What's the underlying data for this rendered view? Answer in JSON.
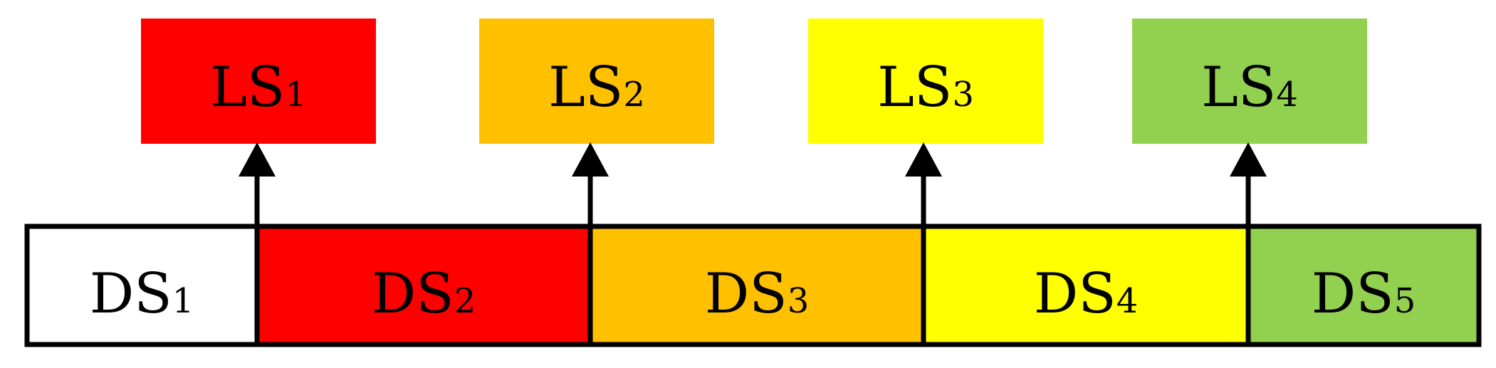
{
  "limit_states": [
    {
      "base": "LS",
      "sub": "1",
      "color": "#ff0000"
    },
    {
      "base": "LS",
      "sub": "2",
      "color": "#ffc000"
    },
    {
      "base": "LS",
      "sub": "3",
      "color": "#ffff00"
    },
    {
      "base": "LS",
      "sub": "4",
      "color": "#92d050"
    }
  ],
  "damage_states": [
    {
      "base": "DS",
      "sub": "1",
      "color": "#ffffff"
    },
    {
      "base": "DS",
      "sub": "2",
      "color": "#ff0000"
    },
    {
      "base": "DS",
      "sub": "3",
      "color": "#ffc000"
    },
    {
      "base": "DS",
      "sub": "4",
      "color": "#ffff00"
    },
    {
      "base": "DS",
      "sub": "5",
      "color": "#92d050"
    }
  ],
  "colors": {
    "stroke": "#000000",
    "text": "#000000"
  }
}
